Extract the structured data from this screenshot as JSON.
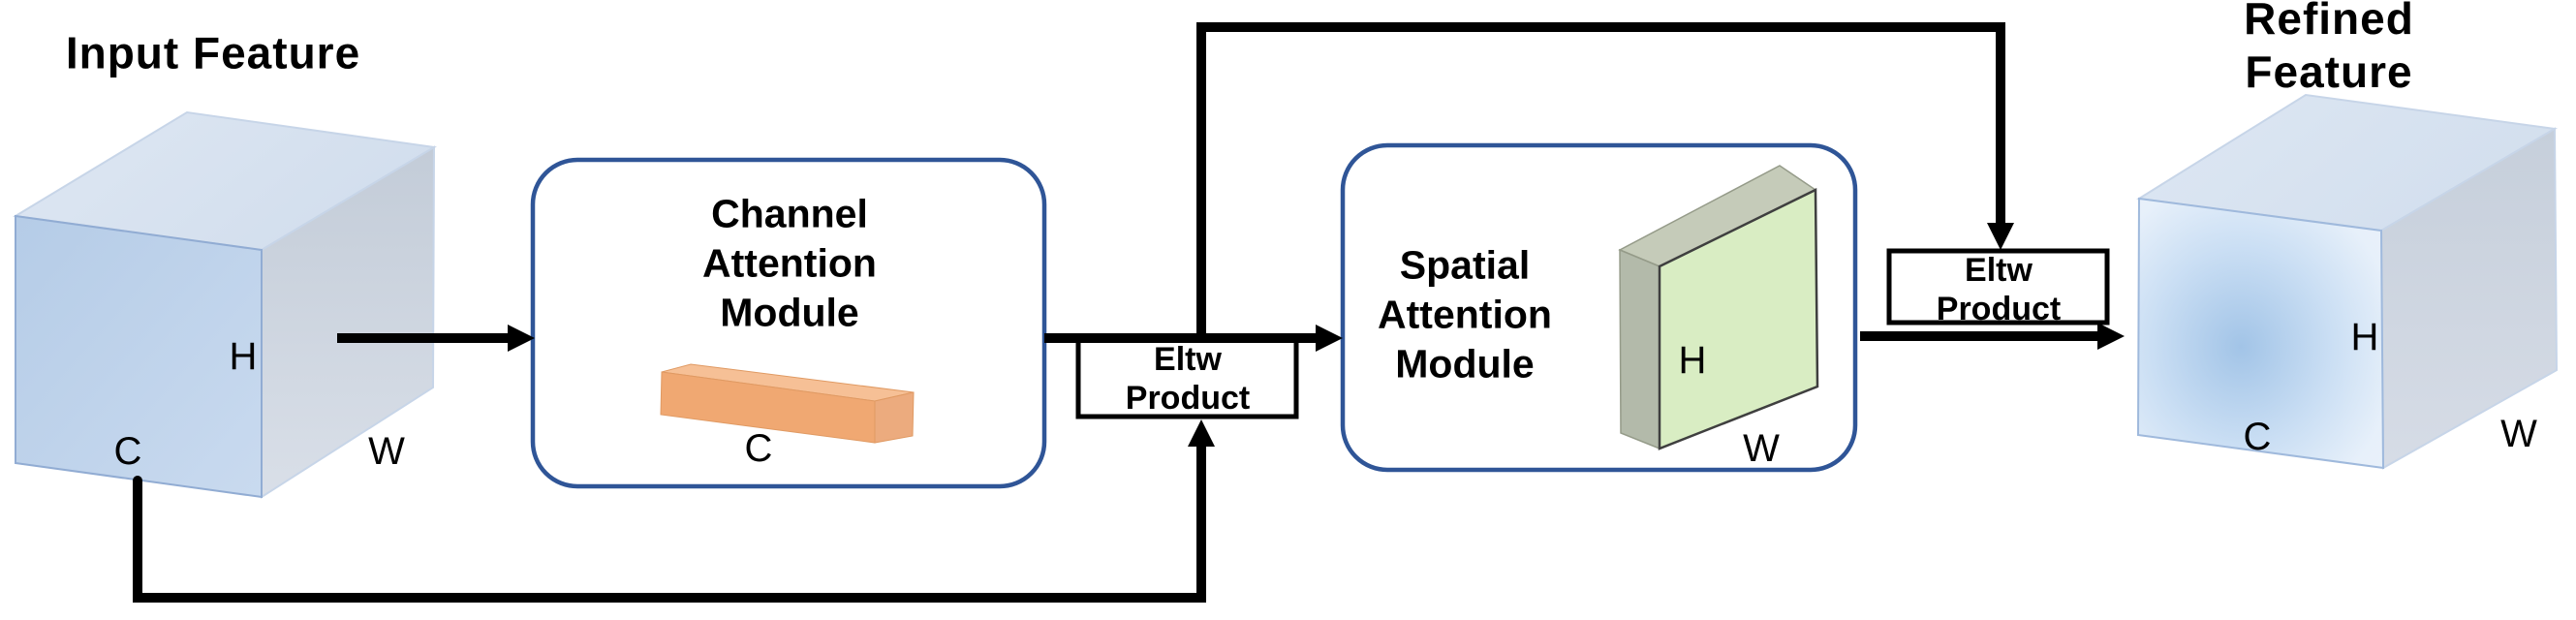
{
  "diagram": {
    "colors": {
      "module_border": "#2F5597",
      "line_black": "#000000",
      "cube_front_blue": "#BBD1EA",
      "cube_top_blue": "#DCE6F2",
      "cube_side_gray": "#CBD3DE",
      "refined_center_blue": "#A2C4E7",
      "bar_orange_front": "#F0A872",
      "bar_orange_top": "#F6C096",
      "bar_orange_end": "#ECAB7E",
      "plane_green": "#D9EDC3",
      "plane_gray_top": "#C5CBB9",
      "plane_gray_side": "#B3BAAA"
    },
    "input_feature": {
      "title": "Input Feature",
      "label_h": "H",
      "label_c": "C",
      "label_w": "W"
    },
    "channel_attention": {
      "title": "Channel\nAttention\nModule",
      "bar_label": "C"
    },
    "eltw_product_1": {
      "label": "Eltw\nProduct"
    },
    "spatial_attention": {
      "title": "Spatial\nAttention\nModule",
      "label_h": "H",
      "label_w": "W"
    },
    "eltw_product_2": {
      "label": "Eltw\nProduct"
    },
    "refined_feature": {
      "title": "Refined Feature",
      "label_h": "H",
      "label_c": "C",
      "label_w": "W"
    }
  }
}
